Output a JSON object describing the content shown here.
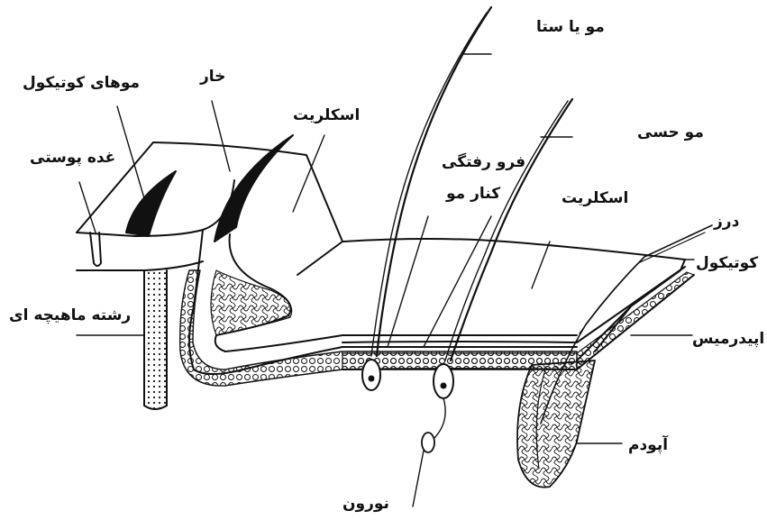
{
  "labels": {
    "seta": "مو یا ستا",
    "cuticle_hairs": "موهای کوتیکول",
    "spine": "خار",
    "sclerite_left": "اسکلریت",
    "sensory_hair": "مو حسی",
    "skin_gland": "غده پوستی",
    "hair_socket_line1": "فرو رفتگی",
    "hair_socket_line2": "کنار مو",
    "sclerite_right": "اسکلریت",
    "suture": "درز",
    "cuticle": "کوتیکول",
    "muscle_fiber": "رشته ماهیچه ای",
    "epidermis": "اپیدرمیس",
    "apodeme": "آپودم",
    "neuron": "نورون"
  },
  "colors": {
    "ink": "#111111",
    "paper": "#ffffff"
  }
}
